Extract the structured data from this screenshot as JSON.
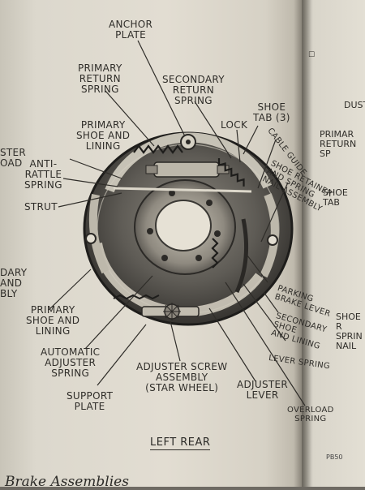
{
  "labels": {
    "anchor_plate": "ANCHOR\nPLATE",
    "primary_return_spring": "PRIMARY\nRETURN\nSPRING",
    "secondary_return_spring": "SECONDARY\nRETURN\nSPRING",
    "shoe_tab": "SHOE\nTAB (3)",
    "lock": "LOCK",
    "cable_guide": "CABLE GUIDE",
    "primary_shoe_and_lining_top": "PRIMARY\nSHOE AND\nLINING",
    "anti_rattle_spring": "ANTI-\nRATTLE\nSPRING",
    "strut": "STRUT",
    "shoe_retainer": "SHOE RETAINER\nAND SPRING\nNAIL ASSEMBLY",
    "parking_brake_lever": "PARKING\nBRAKE LEVER",
    "secondary_shoe": "SECONDARY\nSHOE\nAND LINING",
    "lever_spring": "LEVER SPRING",
    "primary_shoe_and_lining_bottom": "PRIMARY\nSHOE AND\nLINING",
    "automatic_adjuster_spring": "AUTOMATIC\nADJUSTER\nSPRING",
    "support_plate": "SUPPORT\nPLATE",
    "adjuster_screw": "ADJUSTER SCREW\nASSEMBLY\n(STAR WHEEL)",
    "adjuster_lever": "ADJUSTER\nLEVER",
    "overload_spring": "OVERLOAD\nSPRING"
  },
  "left_margin": {
    "frag1": "STER\nOAD",
    "frag2": "DARY\nAND\nBLY"
  },
  "caption": "LEFT REAR",
  "figure_code": "PB50",
  "footer_title": "Brake Assemblies",
  "right_page": {
    "frag_dust": "DUST",
    "frag_primary": "PRIMAR\nRETURN SP",
    "frag_shoe_tab": "SHOE TAB",
    "frag_shoe_nail": "SHOE R\nSPRIN\nNAIL"
  }
}
